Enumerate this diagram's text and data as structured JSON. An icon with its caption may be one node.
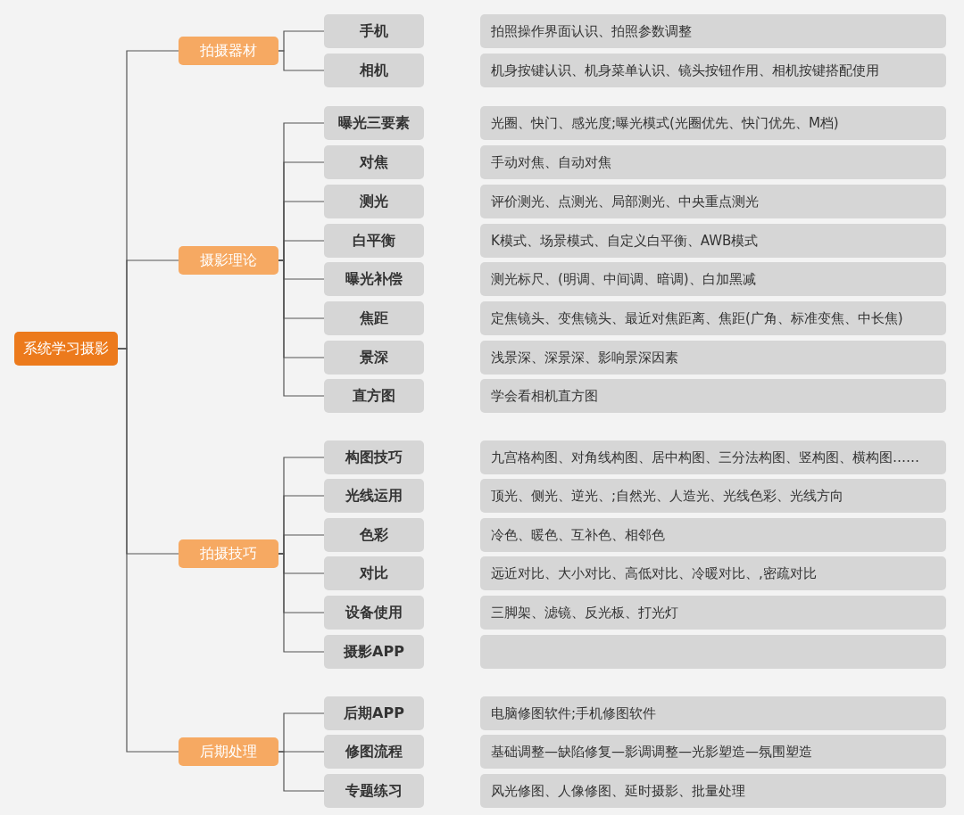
{
  "diagram": {
    "nodes": [
      {
        "text": [
          "系统学习摄影"
        ]
      },
      {
        "text": [
          "拍摄器材"
        ]
      },
      {
        "text": [
          "手机"
        ]
      },
      {
        "text": [
          "拍照操作界面认识、拍照参数调整"
        ]
      },
      {
        "text": [
          "相机"
        ]
      },
      {
        "text": [
          "机身按键认识、机身菜单认识、镜头按钮作用、相机按键搭配使用"
        ]
      },
      {
        "text": [
          "摄影理论"
        ]
      },
      {
        "text": [
          "曝光三要素"
        ]
      },
      {
        "text": [
          "光圈、快门、感光度;曝光模式(光圈优先、快门优先、M档)"
        ]
      },
      {
        "text": [
          "对焦"
        ]
      },
      {
        "text": [
          "手动对焦、自动对焦"
        ]
      },
      {
        "text": [
          "测光"
        ]
      },
      {
        "text": [
          "评价测光、点测光、局部测光、中央重点测光"
        ]
      },
      {
        "text": [
          "白平衡"
        ]
      },
      {
        "text": [
          "K模式、场景模式、自定义白平衡、AWB模式"
        ]
      },
      {
        "text": [
          "曝光补偿"
        ]
      },
      {
        "text": [
          "测光标尺、(明调、中间调、暗调)、白加黑减"
        ]
      },
      {
        "text": [
          "焦距"
        ]
      },
      {
        "text": [
          "定焦镜头、变焦镜头、最近对焦距离、焦距(广角、标准变焦、中长焦)"
        ]
      },
      {
        "text": [
          "景深"
        ]
      },
      {
        "text": [
          "浅景深、深景深、影响景深因素"
        ]
      },
      {
        "text": [
          "直方图"
        ]
      },
      {
        "text": [
          "学会看相机直方图"
        ]
      },
      {
        "text": [
          "拍摄技巧"
        ]
      },
      {
        "text": [
          "构图技巧"
        ]
      },
      {
        "text": [
          "九宫格构图、对角线构图、居中构图、三分法构图、竖构图、横构图……"
        ]
      },
      {
        "text": [
          "光线运用"
        ]
      },
      {
        "text": [
          "顶光、侧光、逆光、;自然光、人造光、光线色彩、光线方向"
        ]
      },
      {
        "text": [
          "色彩"
        ]
      },
      {
        "text": [
          "冷色、暖色、互补色、相邻色"
        ]
      },
      {
        "text": [
          "对比"
        ]
      },
      {
        "text": [
          "远近对比、大小对比、高低对比、冷暖对比、,密疏对比"
        ]
      },
      {
        "text": [
          "设备使用"
        ]
      },
      {
        "text": [
          "三脚架、滤镜、反光板、打光灯"
        ]
      },
      {
        "text": [
          "摄影APP"
        ]
      },
      {
        "text": [],
        "shape": "box"
      },
      {
        "text": [
          "后期处理"
        ]
      },
      {
        "text": [
          "后期APP"
        ]
      },
      {
        "text": [
          "电脑修图软件;手机修图软件"
        ]
      },
      {
        "text": [
          "修图流程"
        ]
      },
      {
        "text": [
          "基础调整—缺陷修复—影调调整—光影塑造—氛围塑造"
        ]
      },
      {
        "text": [
          "专题练习"
        ]
      },
      {
        "text": [
          "风光修图、人像修图、延时摄影、批量处理"
        ]
      }
    ],
    "edges": [
      {
        "from": 0,
        "to": 1,
        "arrow": "none"
      },
      {
        "from": 0,
        "to": 6,
        "arrow": "none"
      },
      {
        "from": 0,
        "to": 23,
        "arrow": "none"
      },
      {
        "from": 0,
        "to": 36,
        "arrow": "none"
      },
      {
        "from": 1,
        "to": 2,
        "arrow": "none"
      },
      {
        "from": 1,
        "to": 4,
        "arrow": "none"
      },
      {
        "from": 6,
        "to": 7,
        "arrow": "none"
      },
      {
        "from": 6,
        "to": 9,
        "arrow": "none"
      },
      {
        "from": 6,
        "to": 11,
        "arrow": "none"
      },
      {
        "from": 6,
        "to": 13,
        "arrow": "none"
      },
      {
        "from": 6,
        "to": 15,
        "arrow": "none"
      },
      {
        "from": 6,
        "to": 17,
        "arrow": "none"
      },
      {
        "from": 6,
        "to": 19,
        "arrow": "none"
      },
      {
        "from": 6,
        "to": 21,
        "arrow": "none"
      },
      {
        "from": 23,
        "to": 24,
        "arrow": "none"
      },
      {
        "from": 23,
        "to": 26,
        "arrow": "none"
      },
      {
        "from": 23,
        "to": 28,
        "arrow": "none"
      },
      {
        "from": 23,
        "to": 30,
        "arrow": "none"
      },
      {
        "from": 23,
        "to": 32,
        "arrow": "none"
      },
      {
        "from": 23,
        "to": 34,
        "arrow": "none"
      },
      {
        "from": 36,
        "to": 37,
        "arrow": "none"
      },
      {
        "from": 36,
        "to": 39,
        "arrow": "none"
      },
      {
        "from": 36,
        "to": 41,
        "arrow": "none"
      }
    ]
  }
}
